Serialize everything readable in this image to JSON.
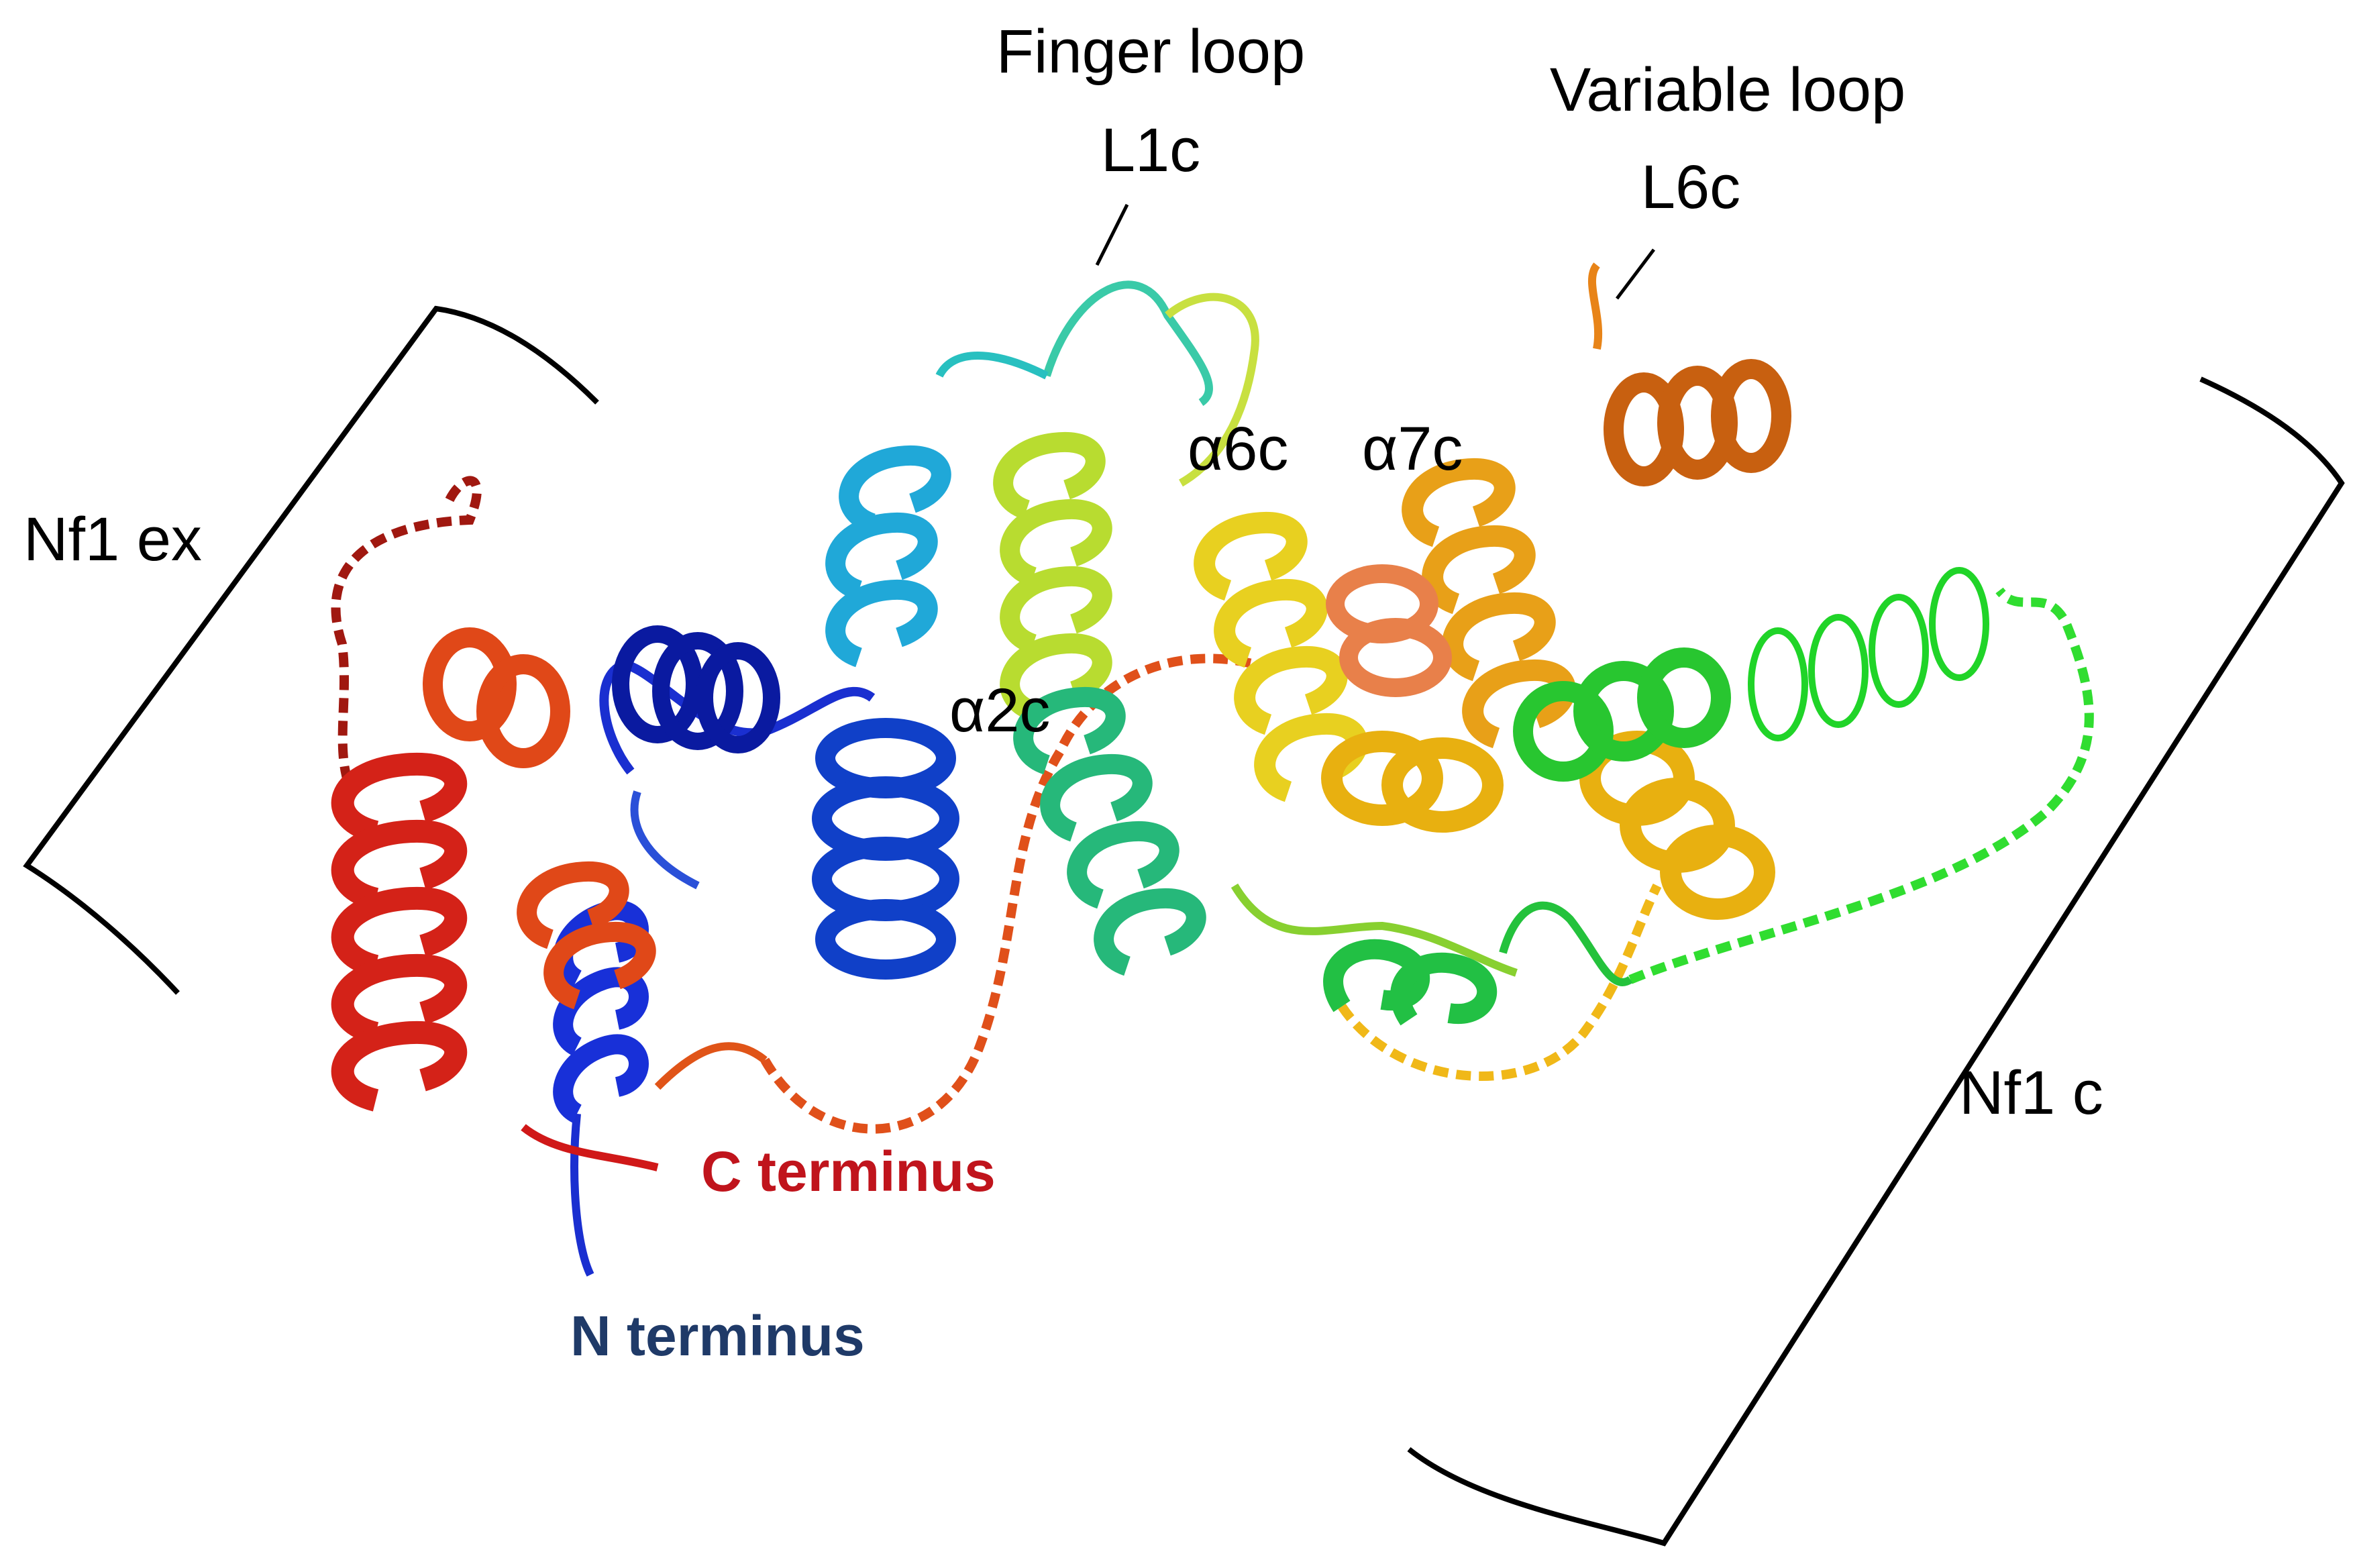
{
  "labels": {
    "finger_loop_line1": "Finger loop",
    "finger_loop_line2": "L1c",
    "variable_loop_line1": "Variable loop",
    "variable_loop_line2": "L6c",
    "alpha6c": "α6c",
    "alpha7c": "α7c",
    "alpha2c": "α2c",
    "nf1_ex": "Nf1 ex",
    "nf1_c": "Nf1 c",
    "c_terminus": "C terminus",
    "n_terminus": "N terminus"
  },
  "colors": {
    "c_terminus_label": "#c0141c",
    "n_terminus_label": "#1f3a68",
    "bracket": "#000000",
    "rainbow": [
      "#1018c8",
      "#1f5fd8",
      "#1fa0d8",
      "#26c4c4",
      "#38c87a",
      "#22cc40",
      "#9ad62a",
      "#dede30",
      "#e8b818",
      "#e88a1a",
      "#e2561c",
      "#d42818"
    ]
  }
}
